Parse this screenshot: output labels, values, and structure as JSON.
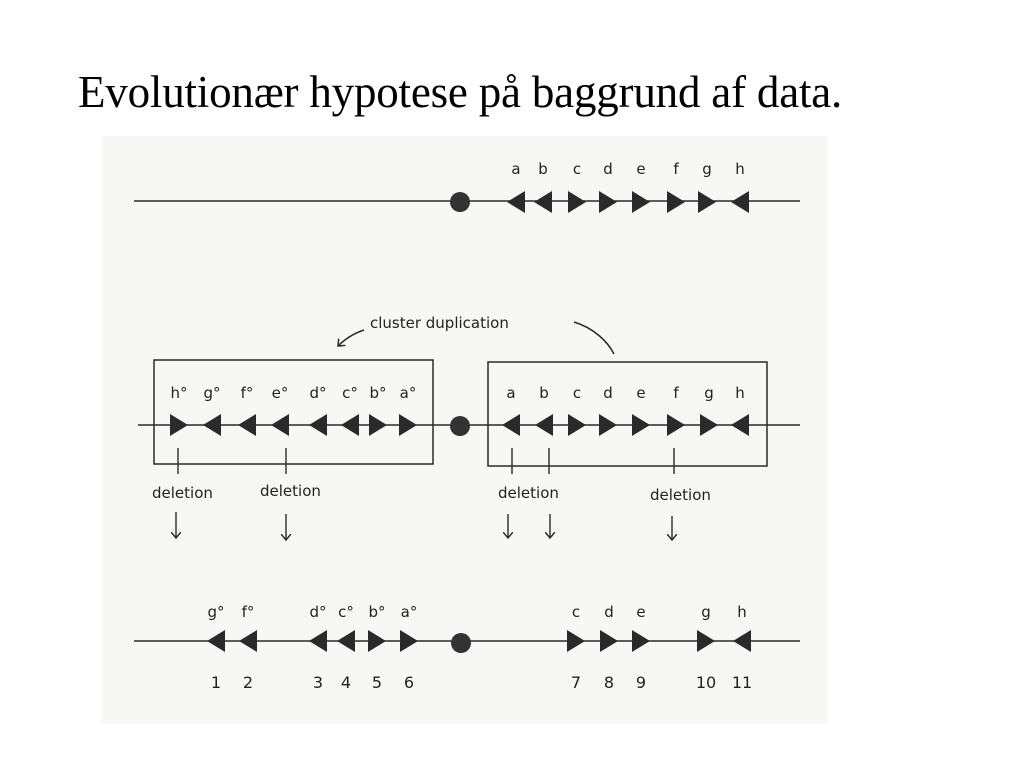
{
  "slide": {
    "title": "Evolutionær hypotese på baggrund af data."
  },
  "diagram": {
    "ink_color": "#2a2a2a",
    "row1_labels": [
      "a",
      "b",
      "c",
      "d",
      "e",
      "f",
      "g",
      "h"
    ],
    "row1_orientations": [
      "left",
      "left",
      "right",
      "right",
      "right",
      "right",
      "right",
      "left"
    ],
    "row2_left_labels": [
      "h°",
      "g°",
      "f°",
      "e°",
      "d°",
      "c°",
      "b°",
      "a°"
    ],
    "row2_left_orientations": [
      "right",
      "left",
      "left",
      "left",
      "left",
      "left",
      "right",
      "right"
    ],
    "row2_right_labels": [
      "a",
      "b",
      "c",
      "d",
      "e",
      "f",
      "g",
      "h"
    ],
    "row2_right_orientations": [
      "left",
      "left",
      "right",
      "right",
      "right",
      "right",
      "right",
      "left"
    ],
    "duplication_label": "cluster duplication",
    "deletion_label": "deletion",
    "row3_labels": [
      "g°",
      "f°",
      "d°",
      "c°",
      "b°",
      "a°",
      "c",
      "d",
      "e",
      "g",
      "h"
    ],
    "row3_orientations": [
      "left",
      "left",
      "left",
      "left",
      "right",
      "right",
      "right",
      "right",
      "right",
      "right",
      "left"
    ],
    "row3_numbers": [
      "1",
      "2",
      "3",
      "4",
      "5",
      "6",
      "7",
      "8",
      "9",
      "10",
      "11"
    ]
  }
}
